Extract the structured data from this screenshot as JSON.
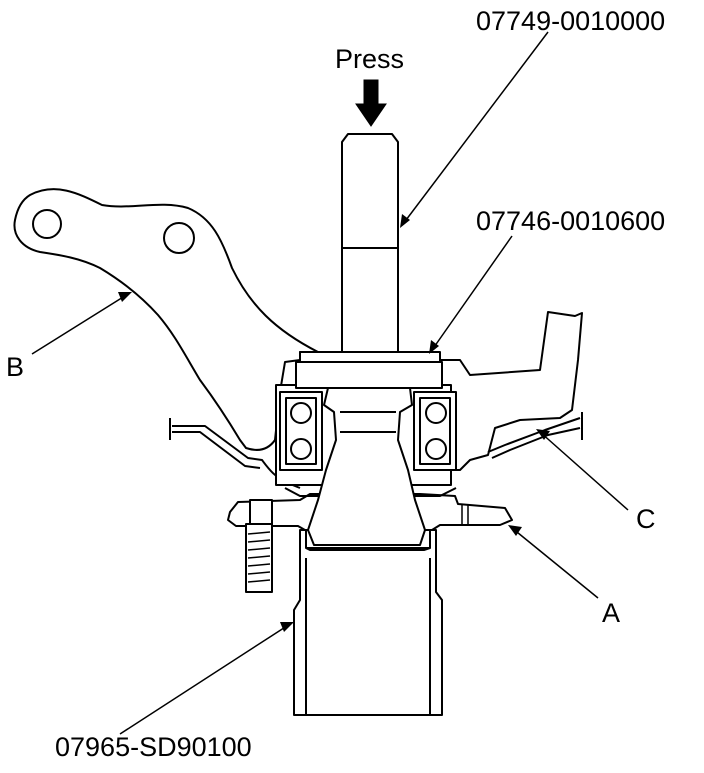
{
  "labels": {
    "press": "Press",
    "tool_top": "07749-0010000",
    "tool_mid": "07746-0010600",
    "tool_bottom": "07965-SD90100",
    "callout_a": "A",
    "callout_b": "B",
    "callout_c": "C"
  },
  "icons": {
    "press_arrow": "down-arrow-icon"
  },
  "colors": {
    "line": "#000000",
    "background": "#ffffff"
  }
}
